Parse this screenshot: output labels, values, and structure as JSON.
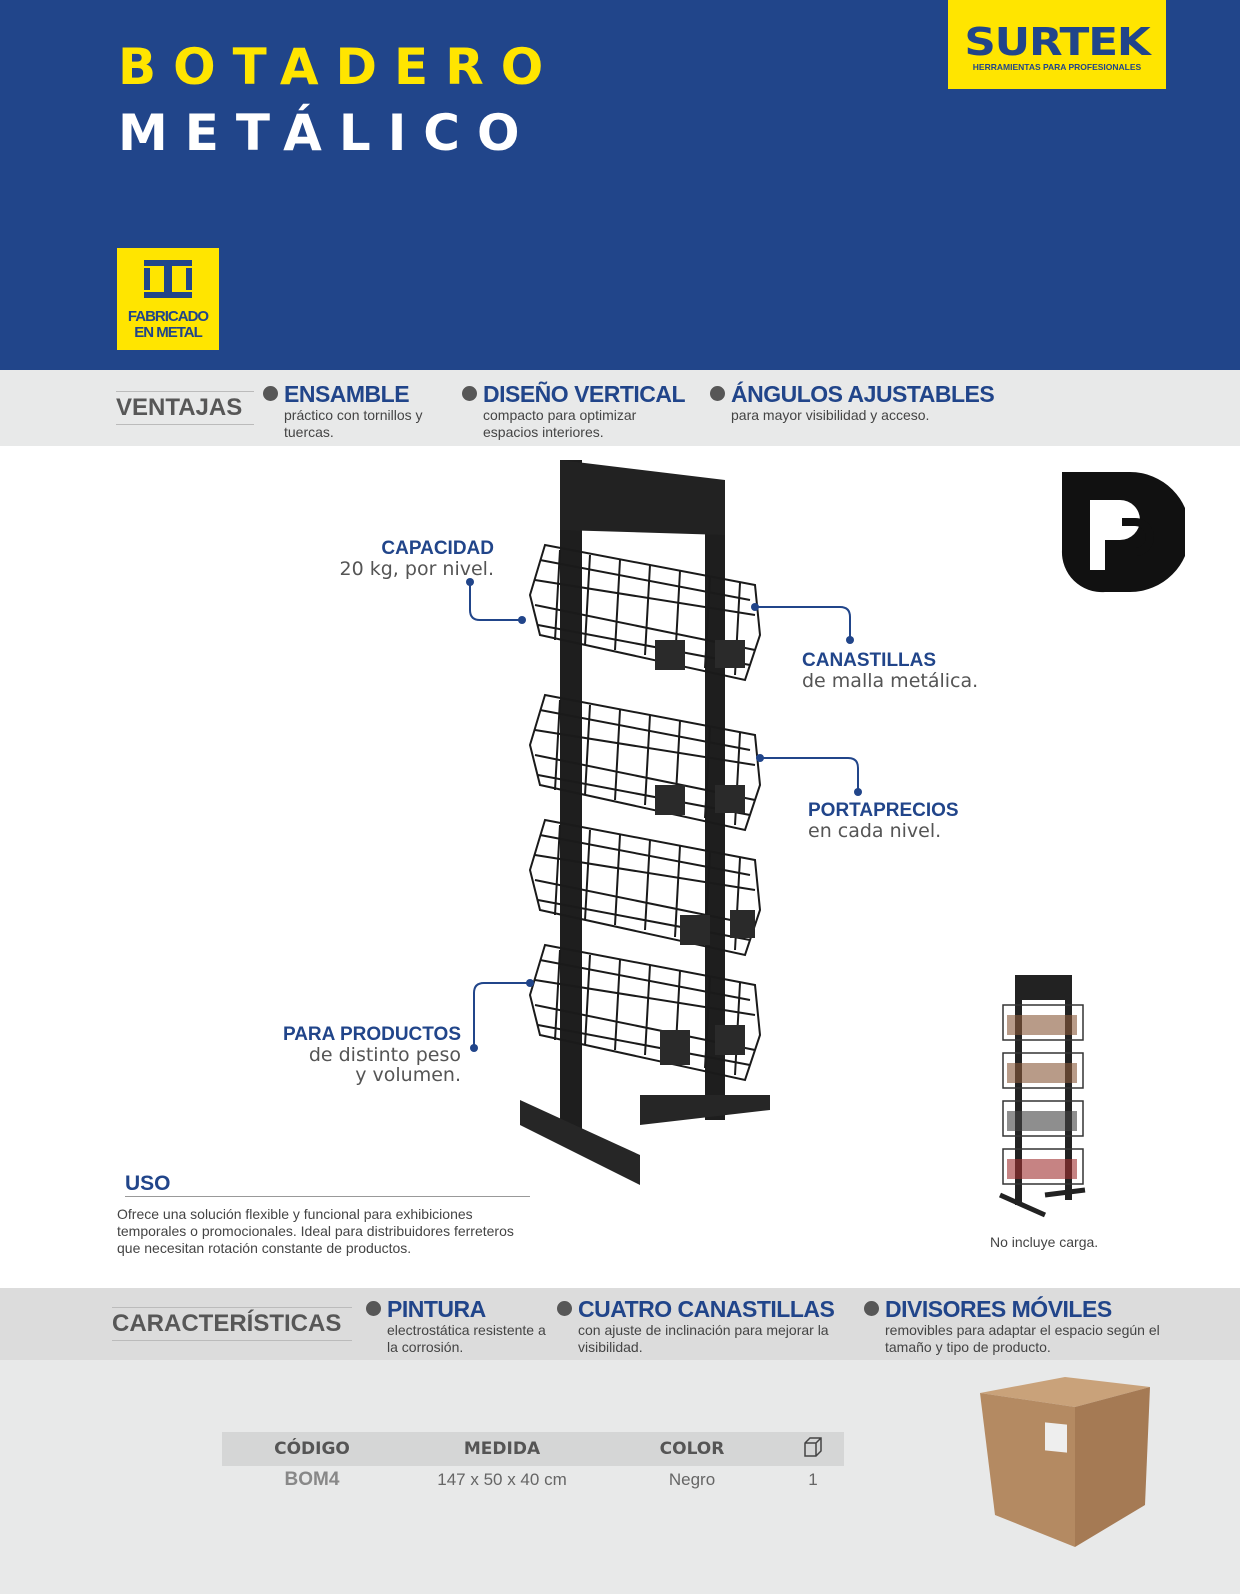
{
  "header": {
    "title_line1": "BOTADERO",
    "title_line2": "METÁLICO",
    "brand": "SURTEK",
    "brand_tagline": "HERRAMIENTAS PARA PROFESIONALES",
    "badge": "FABRICADO EN METAL"
  },
  "ventajas": {
    "label": "VENTAJAS",
    "items": [
      {
        "title": "ENSAMBLE",
        "desc": "práctico con tornillos y tuercas."
      },
      {
        "title": "DISEÑO VERTICAL",
        "desc": "compacto para optimizar espacios interiores."
      },
      {
        "title": "ÁNGULOS AJUSTABLES",
        "desc": "para mayor visibilidad y acceso."
      }
    ]
  },
  "callouts": {
    "capacidad": {
      "title": "CAPACIDAD",
      "desc": "20 kg, por nivel."
    },
    "canastillas": {
      "title": "CANASTILLAS",
      "desc": "de malla metálica."
    },
    "portaprecios": {
      "title": "PORTAPRECIOS",
      "desc": "en cada nivel."
    },
    "productos": {
      "title": "PARA PRODUCTOS",
      "desc1": "de distinto peso",
      "desc2": "y volumen."
    }
  },
  "uso": {
    "title": "USO",
    "text": "Ofrece una solución flexible y funcional para exhibiciones temporales o promocionales. Ideal para distribuidores ferreteros que necesitan rotación constante de productos."
  },
  "small_image_caption": "No incluye carga.",
  "caracteristicas": {
    "label": "CARACTERÍSTICAS",
    "items": [
      {
        "title": "PINTURA",
        "desc": "electrostática resistente a la corrosión."
      },
      {
        "title": "CUATRO CANASTILLAS",
        "desc": "con ajuste de inclinación para mejorar la visibilidad."
      },
      {
        "title": "DIVISORES MÓVILES",
        "desc": "removibles para adaptar el espacio según el tamaño y tipo de producto."
      }
    ]
  },
  "table": {
    "headers": [
      "CÓDIGO",
      "MEDIDA",
      "COLOR"
    ],
    "pack_icon": "box-icon",
    "row": [
      "BOM4",
      "147 x 50 x 40 cm",
      "Negro",
      "1"
    ]
  },
  "colors": {
    "blue": "#21458a",
    "yellow": "#ffe500"
  }
}
